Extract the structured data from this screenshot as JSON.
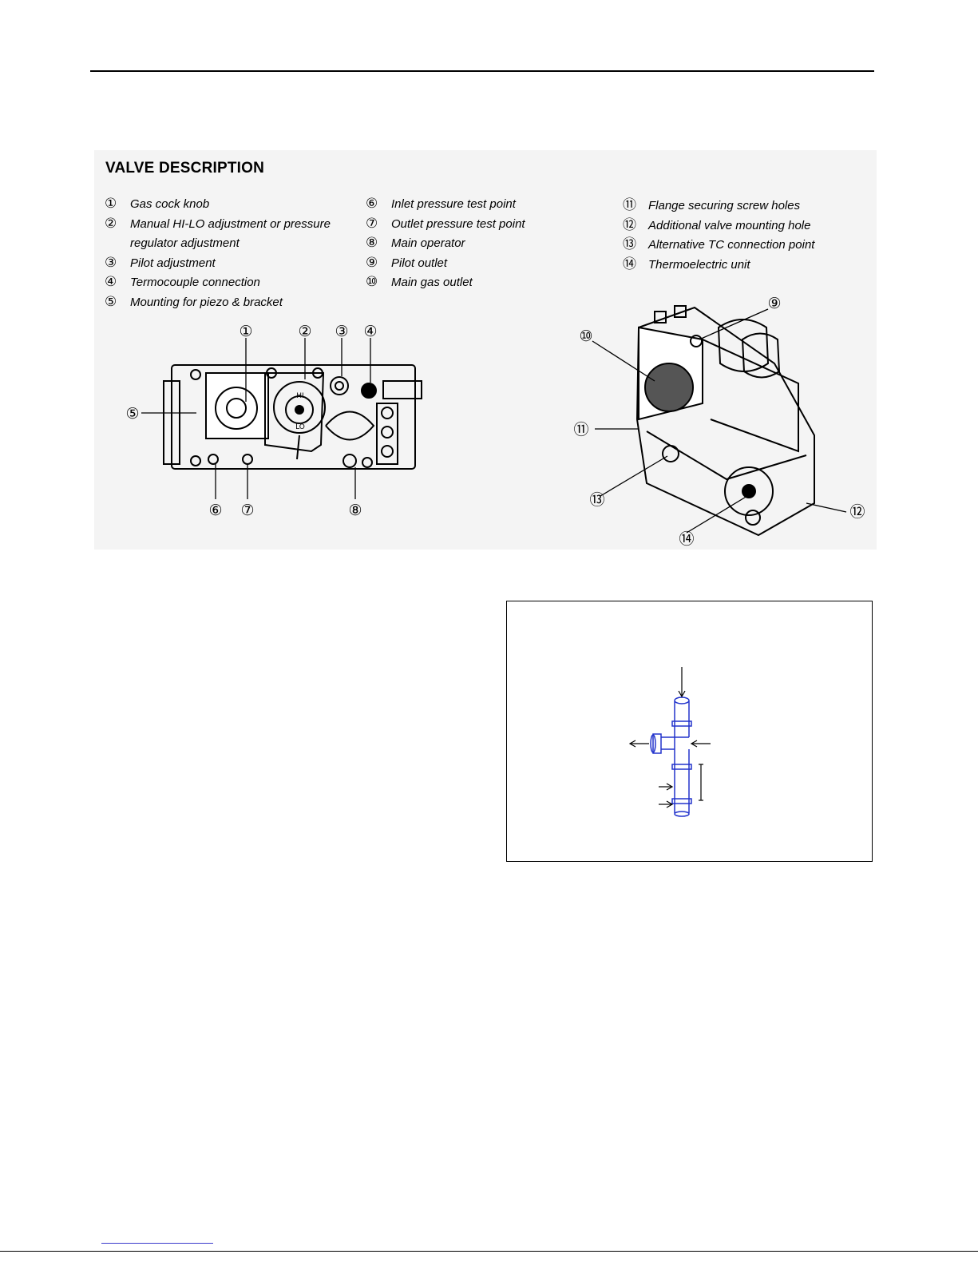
{
  "heading": "VALVE DESCRIPTION",
  "legend": {
    "col1": [
      {
        "num": "①",
        "text": "Gas cock knob"
      },
      {
        "num": "②",
        "text": "Manual HI-LO adjustment or pressure"
      },
      {
        "num": "",
        "text": "regulator adjustment"
      },
      {
        "num": "③",
        "text": "Pilot adjustment"
      },
      {
        "num": "④",
        "text": "Termocouple connection"
      },
      {
        "num": "⑤",
        "text": "Mounting for piezo & bracket"
      }
    ],
    "col2": [
      {
        "num": "⑥",
        "text": "Inlet pressure test point"
      },
      {
        "num": "⑦",
        "text": "Outlet pressure test point"
      },
      {
        "num": "⑧",
        "text": "Main operator"
      },
      {
        "num": "⑨",
        "text": "Pilot outlet"
      },
      {
        "num": "⑩",
        "text": "Main gas outlet"
      }
    ],
    "col3": [
      {
        "num": "⑪",
        "text": "Flange securing screw holes"
      },
      {
        "num": "⑫",
        "text": "Additional valve mounting hole"
      },
      {
        "num": "⑬",
        "text": "Alternative TC connection point"
      },
      {
        "num": "⑭",
        "text": "Thermoelectric unit"
      }
    ]
  },
  "front_view_callouts": [
    "①",
    "②",
    "③",
    "④",
    "⑤",
    "⑥",
    "⑦",
    "⑧"
  ],
  "iso_view_callouts": [
    "⑨",
    "⑩",
    "⑪",
    "⑫",
    "⑬",
    "⑭"
  ],
  "dial_labels": {
    "hi": "HI",
    "lo": "LO"
  },
  "colors": {
    "pipe": "#2233cc",
    "scan_bg": "#f4f4f4",
    "link": "#3a3acc"
  }
}
